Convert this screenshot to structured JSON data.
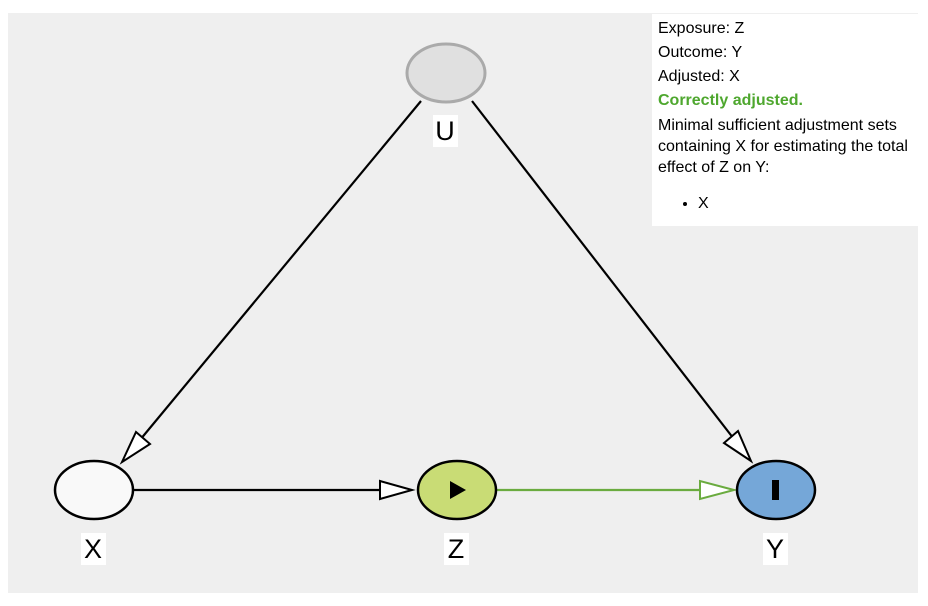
{
  "colors": {
    "background": "#efefef",
    "edge_default": "#000000",
    "edge_causal": "#6aab3f",
    "status_ok": "#4ea72e",
    "node_latent_fill": "#e0e0e0",
    "node_latent_stroke": "#aaaaaa",
    "node_adjusted_fill": "#f9f9f9",
    "node_exposure_fill": "#c9dc75",
    "node_outcome_fill": "#75a7d8"
  },
  "info": {
    "exposure": "Exposure: Z",
    "outcome": "Outcome: Y",
    "adjusted": "Adjusted: X",
    "status": "Correctly adjusted.",
    "description": "Minimal sufficient adjustment sets containing X for estimating the total effect of Z on Y:",
    "sets": [
      "X"
    ]
  },
  "nodes": [
    {
      "id": "U",
      "label": "U",
      "role": "latent"
    },
    {
      "id": "X",
      "label": "X",
      "role": "adjusted"
    },
    {
      "id": "Z",
      "label": "Z",
      "role": "exposure",
      "icon": "play-icon"
    },
    {
      "id": "Y",
      "label": "Y",
      "role": "outcome",
      "icon": "bar-icon"
    }
  ],
  "edges": [
    {
      "from": "U",
      "to": "X",
      "causal": false
    },
    {
      "from": "U",
      "to": "Y",
      "causal": false
    },
    {
      "from": "X",
      "to": "Z",
      "causal": false
    },
    {
      "from": "Z",
      "to": "Y",
      "causal": true
    }
  ]
}
